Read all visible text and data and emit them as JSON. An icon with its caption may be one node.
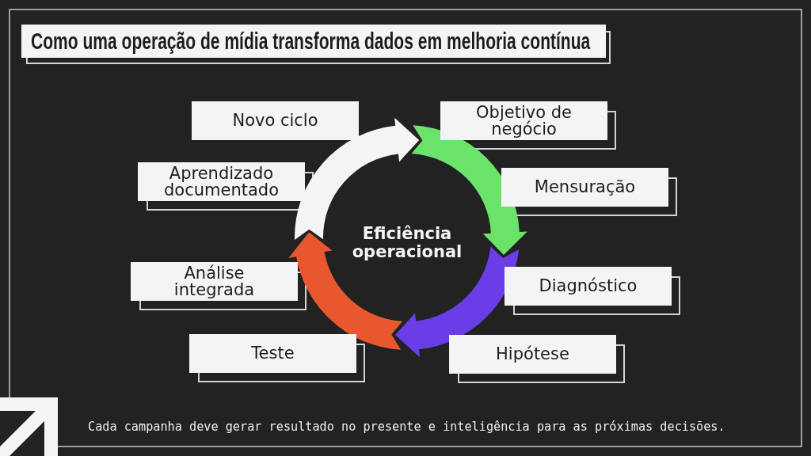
{
  "diagram": {
    "title": "Como uma operação de mídia transforma dados em melhoria contínua",
    "caption": "Cada campanha deve gerar resultado no presente e inteligência para as próximas decisões.",
    "nodes": [
      {
        "text": [
          "Objetivo de negócio"
        ]
      },
      {
        "text": [
          "Mensuração"
        ]
      },
      {
        "text": [
          "Diagnóstico"
        ]
      },
      {
        "text": [
          "Hipótese"
        ]
      },
      {
        "text": [
          "Teste"
        ]
      },
      {
        "text": [
          "Análise integrada"
        ]
      },
      {
        "text": [
          "Aprendizado documentado"
        ]
      },
      {
        "text": [
          "Novo ciclo"
        ]
      }
    ],
    "edges": [
      {
        "from": 0,
        "to": 1,
        "arrow": "to",
        "color": "#6be36b"
      },
      {
        "from": 2,
        "to": 3,
        "arrow": "to",
        "color": "#6a3de6"
      },
      {
        "from": 4,
        "to": 5,
        "arrow": "to",
        "color": "#e9572e"
      },
      {
        "from": 6,
        "to": 7,
        "arrow": "to",
        "color": "#f4f4f4"
      }
    ],
    "labels": [
      "Eficiência operacional"
    ]
  }
}
